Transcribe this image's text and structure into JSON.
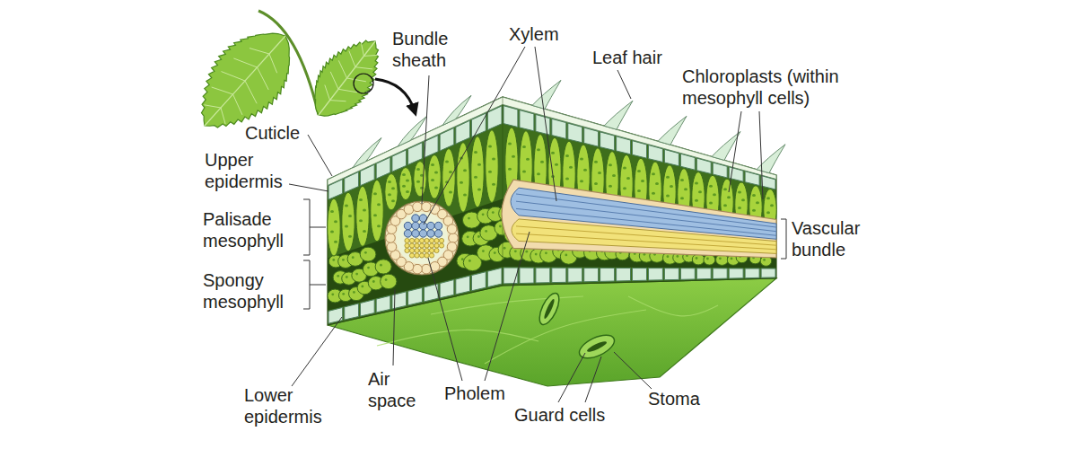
{
  "diagram": {
    "labels": [
      "Bundle sheath",
      "Xylem",
      "Leaf hair",
      "Chloroplasts (within mesophyll cells)",
      "Cuticle",
      "Upper epidermis",
      "Palisade mesophyll",
      "Spongy mesophyll",
      "Vascular bundle",
      "Lower epidermis",
      "Air space",
      "Pholem",
      "Stoma",
      "Guard cells"
    ]
  }
}
